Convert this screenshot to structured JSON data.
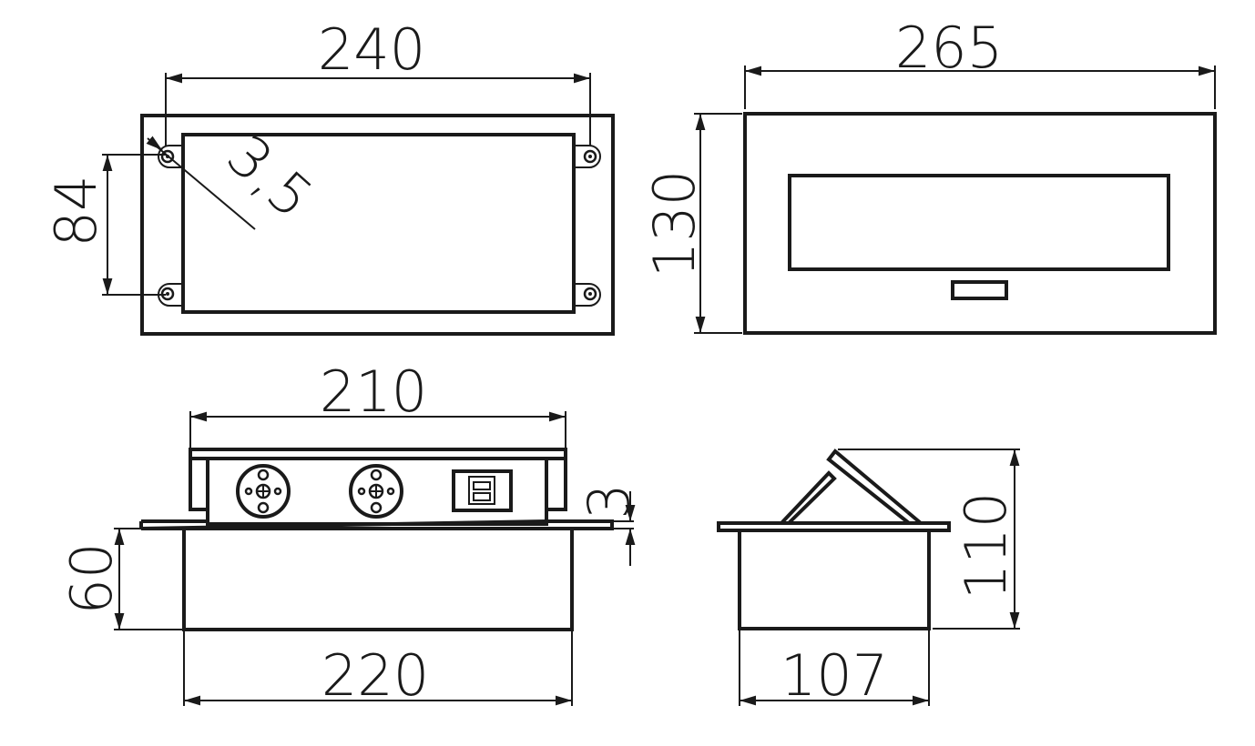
{
  "dimensions": {
    "top_view_width": "240",
    "hole_spacing": "84",
    "hole_diameter": "3,5",
    "lid_width": "265",
    "lid_height": "130",
    "front_top_width": "210",
    "flange_thickness": "3",
    "body_depth": "60",
    "body_width": "220",
    "side_height": "110",
    "side_width": "107"
  },
  "colors": {
    "line": "#1a1a1a",
    "background": "#ffffff"
  }
}
